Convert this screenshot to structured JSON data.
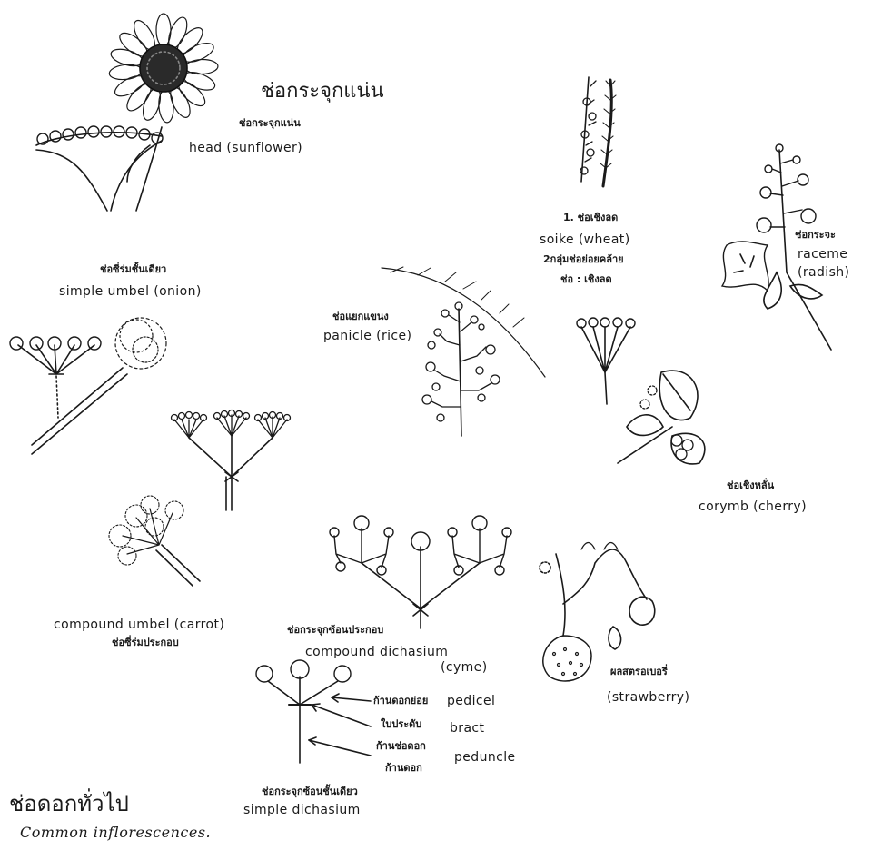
{
  "title_thai": "ช่อดอกทั่วไป",
  "caption": "Common inflorescences.",
  "head": {
    "thai_large": "ช่อกระจุกแน่น",
    "thai": "ช่อกระจุกแน่น",
    "english": "head (sunflower)"
  },
  "spike": {
    "thai": "1. ช่อเชิงลด",
    "english": "soike (wheat)",
    "thai_note1": "2กลุ่มช่อย่อยคล้าย",
    "thai_note2": "ช่อ : เชิงลด"
  },
  "raceme": {
    "thai": "ช่อกระจะ",
    "english_1": "raceme",
    "english_2": "(radish)"
  },
  "simple_umbel": {
    "thai": "ช่อซี่ร่มชั้นเดียว",
    "english": "simple umbel (onion)"
  },
  "panicle": {
    "thai": "ช่อแยกแขนง",
    "english": "panicle (rice)"
  },
  "corymb": {
    "thai": "ช่อเชิงหลั่น",
    "english": "corymb (cherry)"
  },
  "compound_umbel": {
    "english": "compound umbel (carrot)",
    "thai": "ช่อซี่ร่มประกอบ"
  },
  "compound_dichasium": {
    "thai": "ช่อกระจุกซ้อนประกอบ",
    "english_1": "compound dichasium",
    "english_2": "(cyme)"
  },
  "strawberry": {
    "thai": "ผลสตรอเบอรี่",
    "english": "(strawberry)"
  },
  "simple_dichasium": {
    "thai": "ช่อกระจุกซ้อนชั้นเดียว",
    "english": "simple dichasium",
    "parts": [
      {
        "thai": "ก้านดอกย่อย",
        "english": "pedicel"
      },
      {
        "thai": "ใบประดับ",
        "english": "bract"
      },
      {
        "thai": "ก้านช่อดอก",
        "english": "peduncle"
      },
      {
        "thai": "ก้านดอก",
        "english": ""
      }
    ]
  }
}
